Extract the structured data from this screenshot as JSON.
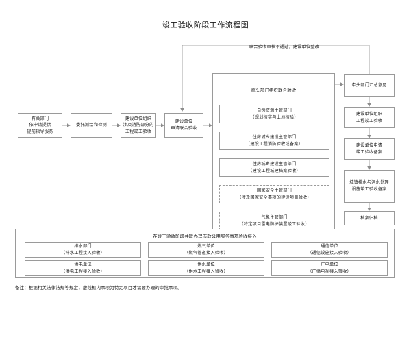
{
  "title": "竣工验收阶段工作流程图",
  "feedback": {
    "label": "联合验收审核不通过，建设单位整改"
  },
  "main_flow": [
    {
      "id": "pre-guidance",
      "text": "有关部门\n依申请提供\n提前指导服务"
    },
    {
      "id": "survey-test",
      "text": "委托测绘和检测"
    },
    {
      "id": "fire-acceptance",
      "text": "建设单位组织\n涉及消防部分的\n工程竣工验收"
    },
    {
      "id": "apply-joint",
      "text": "建设单位\n申请联合验收"
    }
  ],
  "joint_group": {
    "title": "牵头部门组织联合验收",
    "items": [
      {
        "id": "natural-resources",
        "line1": "自然资源主管部门",
        "line2": "（规划核实与土地核验）",
        "dashed": false
      },
      {
        "id": "housing-fire",
        "line1": "住房城乡建设主管部门",
        "line2": "（建设工程消防验收或备案）",
        "dashed": false
      },
      {
        "id": "housing-archive",
        "line1": "住房城乡建设主管部门",
        "line2": "（建设工程城建档案验收）",
        "dashed": false
      },
      {
        "id": "national-security",
        "line1": "国家安全主管部门",
        "line2": "（涉及国家安全事项的建设项目验收）",
        "dashed": true
      },
      {
        "id": "meteorology",
        "line1": "气象主管部门",
        "line2": "（特定项目雷电防护装置竣工验收）",
        "dashed": true
      }
    ]
  },
  "right_flow": [
    {
      "id": "summary-opinion",
      "text": "牵头部门汇总意见"
    },
    {
      "id": "org-completion",
      "text": "建设单位组织\n工程竣工验收"
    },
    {
      "id": "apply-filing",
      "text": "建设单位申请\n竣工验收备案"
    },
    {
      "id": "drainage-filing",
      "text": "城镇排水与污水处理\n设施竣工验收备案"
    },
    {
      "id": "archive-filing",
      "text": "档案归档"
    }
  ],
  "municipal_group": {
    "title": "在竣工验收阶段并联办理市政公用服务事项验收接入",
    "items": [
      {
        "id": "drainage-dept",
        "line1": "排水部门",
        "line2": "（排水工程接入验收）"
      },
      {
        "id": "gas-unit",
        "line1": "燃气单位",
        "line2": "（燃气管道接入验收）"
      },
      {
        "id": "telecom-unit",
        "line1": "通信单位",
        "line2": "（通信设施接入验收）"
      },
      {
        "id": "power-unit",
        "line1": "供电单位",
        "line2": "（供电工程接入验收）"
      },
      {
        "id": "water-unit",
        "line1": "供水单位",
        "line2": "（供水工程接入验收）"
      },
      {
        "id": "broadcast-unit",
        "line1": "广电单位",
        "line2": "（广播电视接入验收）"
      }
    ]
  },
  "footnote": "备注：根据相关法律法规等规定，虚线框内事项为特定项目才需要办理的审批事项。",
  "colors": {
    "border": "#9a9a9a",
    "wire": "#8c8c8c",
    "text": "#1a1a1a",
    "background": "#ffffff"
  }
}
